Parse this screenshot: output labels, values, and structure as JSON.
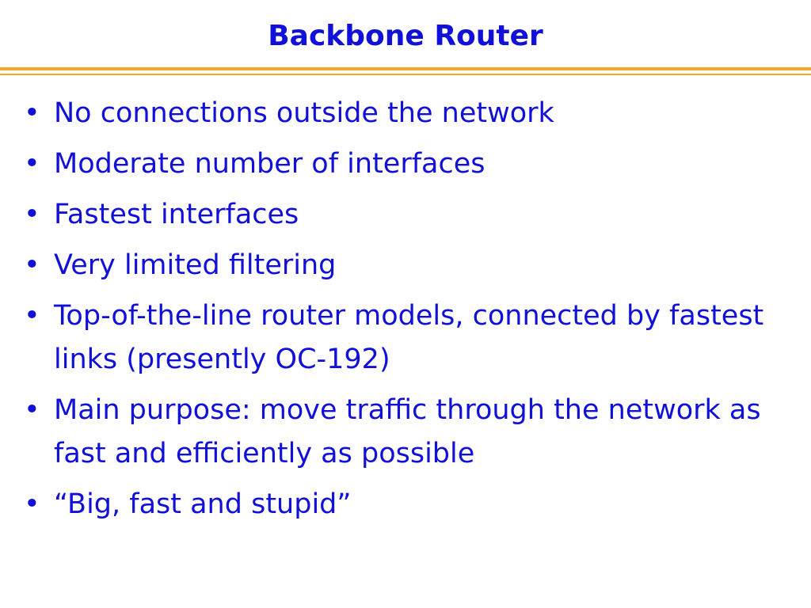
{
  "slide": {
    "title": "Backbone Router",
    "bullet_char": "•",
    "bullets": [
      "No connections outside the network",
      "Moderate number of interfaces",
      "Fastest interfaces",
      "Very limited filtering",
      "Top-of-the-line router models, connected by fastest links (presently OC-192)",
      "Main purpose: move traffic through the network as fast and efficiently as possible",
      "“Big, fast and stupid”"
    ]
  },
  "colors": {
    "text": "#1010d8",
    "rule": "#f6a623",
    "background": "#ffffff"
  }
}
